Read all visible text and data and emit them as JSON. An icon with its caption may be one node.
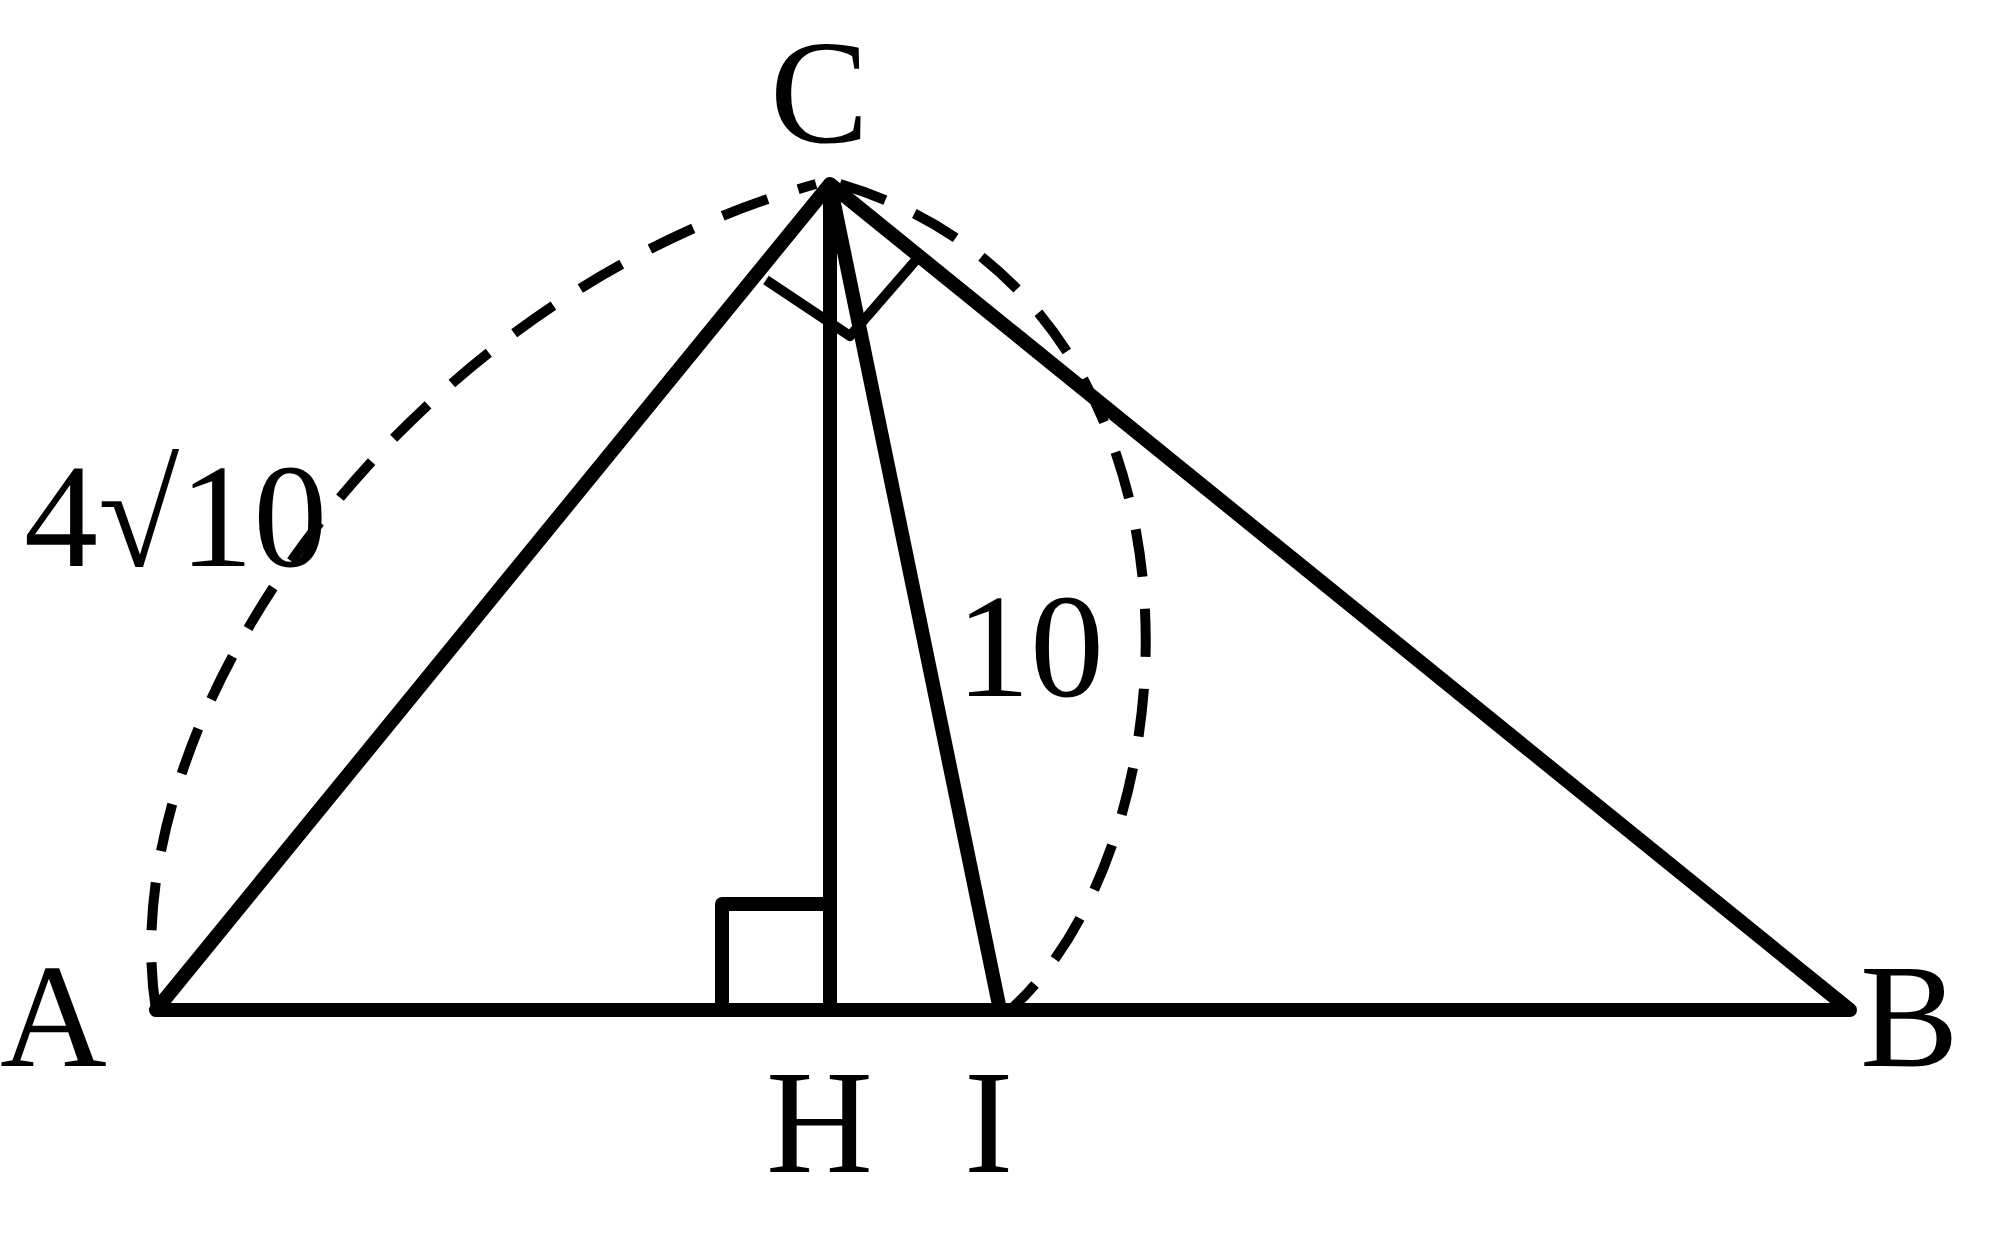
{
  "diagram": {
    "labels": [
      "C",
      "4√10",
      "10",
      "A",
      "B",
      "H",
      "I"
    ]
  }
}
